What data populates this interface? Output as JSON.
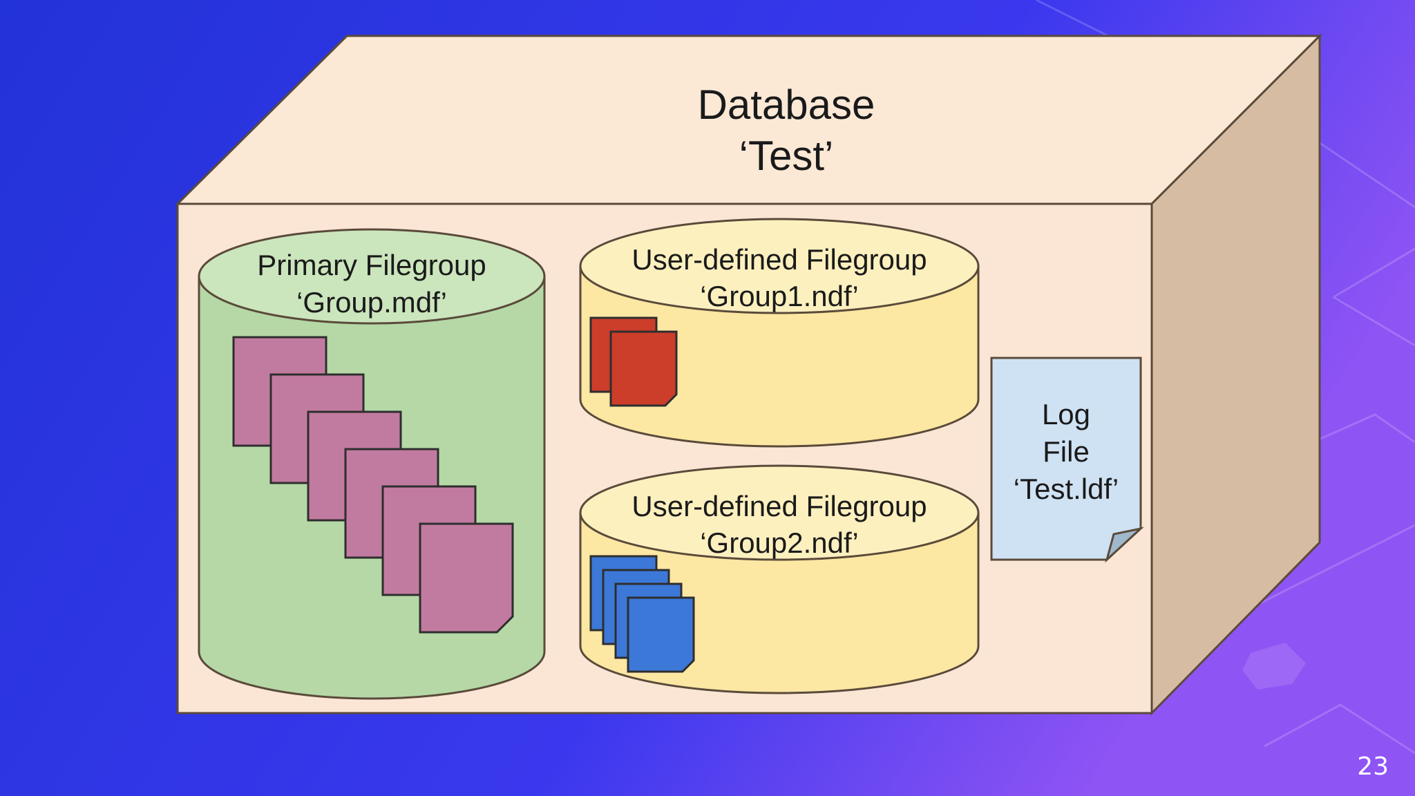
{
  "colors": {
    "background_start": "#2233d8",
    "background_end": "#8f54f4",
    "box_front": "#fbe6d5",
    "box_top": "#fbe9d6",
    "box_side": "#d6bca3",
    "outline": "#5a4a3a",
    "primary_cylinder": "#b5d8a6",
    "primary_cylinder_top": "#cbe5bd",
    "user_cylinder": "#fce7a3",
    "user_cylinder_top": "#fdf0bf",
    "pink_file": "#c27ba0",
    "red_file": "#cc3d2a",
    "blue_file": "#3c78d8",
    "log_file": "#cfe2f3"
  },
  "database": {
    "line1": "Database",
    "line2": "‘Test’"
  },
  "primary_filegroup": {
    "line1": "Primary Filegroup",
    "line2": "‘Group.mdf’"
  },
  "user_filegroup_1": {
    "line1": "User-defined Filegroup",
    "line2": "‘Group1.ndf’"
  },
  "user_filegroup_2": {
    "line1": "User-defined Filegroup",
    "line2": "‘Group2.ndf’"
  },
  "log_file": {
    "line1": "Log",
    "line2": "File",
    "line3": "‘Test.ldf’"
  },
  "slide": {
    "number": "23"
  }
}
